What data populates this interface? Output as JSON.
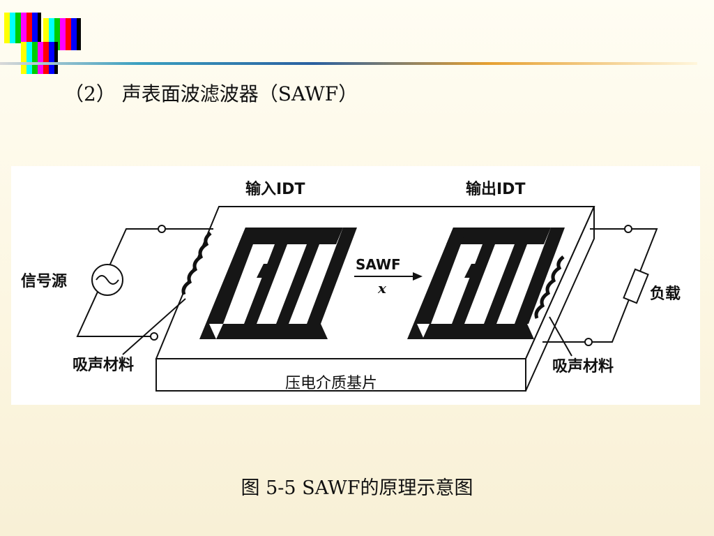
{
  "slide": {
    "heading": "（2） 声表面波滤波器（SAWF）",
    "caption": "图 5-5 SAWF的原理示意图"
  },
  "diagram": {
    "input_idt": "输入IDT",
    "output_idt": "输出IDT",
    "signal_source": "信号源",
    "load": "负载",
    "absorber_left": "吸声材料",
    "absorber_right": "吸声材料",
    "substrate": "压电介质基片",
    "wave_label": "SAWF",
    "axis_label": "x"
  },
  "colors": {
    "electrode": "#161616",
    "line": "#111111",
    "panel": "#ffffff"
  }
}
